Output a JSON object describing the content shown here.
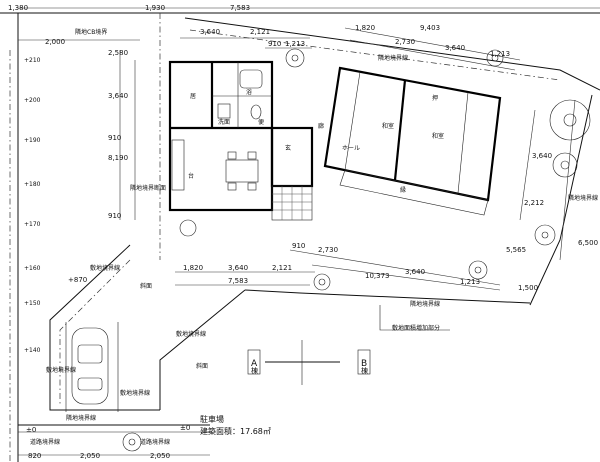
{
  "dimensions": {
    "top_left_1380": "1,380",
    "top_1930": "1,930",
    "top_7583": "7,583",
    "left_2000": "2,000",
    "h_3640_top": "3,640",
    "h_2121_top": "2,121",
    "h_910_top": "910",
    "h_1213_top": "1,213",
    "r_1820": "1,820",
    "r_9403": "9,403",
    "r_2730": "2,730",
    "r_3640": "3,640",
    "r_1213": "1,213",
    "v_2580": "2,580",
    "v_3640": "3,640",
    "v_910": "910",
    "v_8190": "8,190",
    "v_910b": "910",
    "right_3640": "3,640",
    "right_2212": "2,212",
    "right_6500": "6,500",
    "right_5565": "5,565",
    "right_1500": "1,500",
    "b_910": "910",
    "b_2730": "2,730",
    "b_3640": "3,640",
    "b_1213": "1,213",
    "b_1820": "1,820",
    "b_3640_2": "3,640",
    "b_2121": "2,121",
    "b_10373": "10,373",
    "b_7583": "7,583",
    "bot_2050_a": "2,050",
    "bot_2050_b": "2,050",
    "bot_820": "820",
    "elev_210": "+210",
    "elev_200": "+200",
    "elev_190": "+190",
    "elev_180": "+180",
    "elev_170": "+170",
    "elev_160": "+160",
    "elev_150": "+150",
    "elev_140": "+140",
    "elev_870": "+870",
    "pm0_a": "±0",
    "pm0_b": "±0"
  },
  "labels": {
    "neighbor_line_left": "隣地CB境界",
    "boundary_top": "隣地境界線",
    "boundary_right": "隣地境界線",
    "boundary_mid": "隣地境界線",
    "site_extension": "敷地面積増加部分",
    "site_boundary_left": "敷地境界線",
    "site_boundary_1": "敷地境界線",
    "site_boundary_2": "敷地境界線",
    "site_boundary_3": "敷地境界線",
    "road_edge_a": "道路境界線",
    "road_edge_b": "道路境界線",
    "boundary_front": "隣地境界線",
    "slope_a": "斜面",
    "slope_b": "斜面",
    "cross_section": "隣地境界断面",
    "section_a": "A",
    "section_a_suffix": "棟",
    "section_b": "B",
    "section_b_suffix": "棟",
    "parking": "駐車場",
    "area_label": "建築面積：17.68㎡",
    "room_living": "居",
    "room_bath": "浴",
    "room_toilet": "便",
    "room_entry": "玄",
    "room_corridor": "廊",
    "room_closet": "押",
    "room_washroom": "洗面",
    "room_tatami_a": "和室",
    "room_tatami_b": "和室",
    "room_hall": "ホール",
    "room_kitchen": "台",
    "room_wood": "縁"
  }
}
